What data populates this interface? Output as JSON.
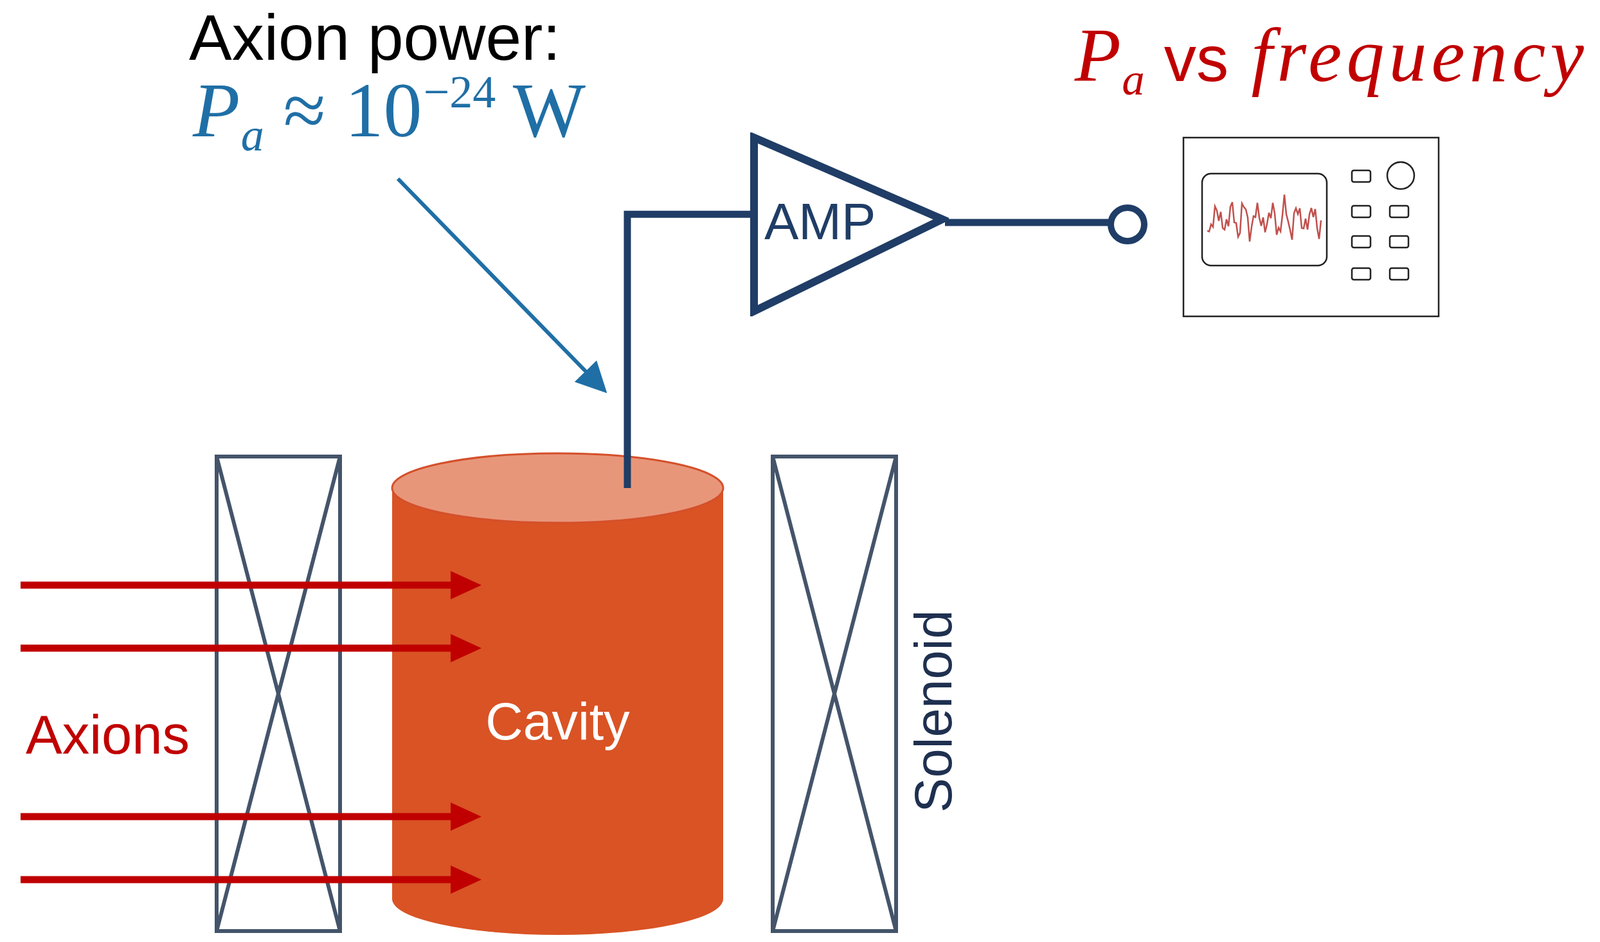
{
  "diagram": {
    "nodes": [
      {
        "text": [
          "Cavity"
        ]
      },
      {
        "text": [
          "AMP"
        ]
      }
    ],
    "edges": [
      {
        "from": 0,
        "to": 1,
        "arrow": "none"
      }
    ],
    "labels": [
      "Axion power:",
      "P",
      "a",
      "≈ 10",
      "−24",
      "W",
      "P",
      "a",
      "vs",
      "frequency",
      "Axions",
      "Solenoid"
    ]
  }
}
